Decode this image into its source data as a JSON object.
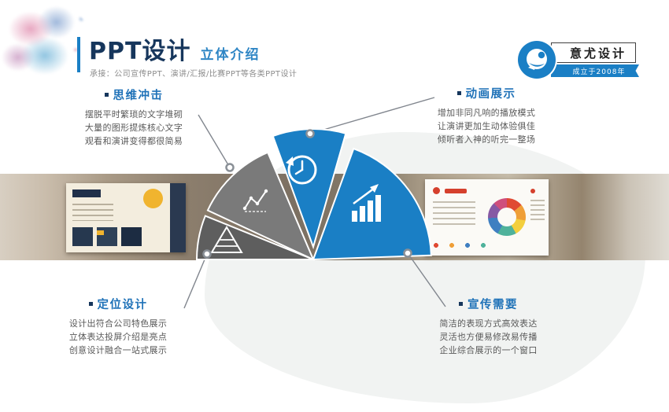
{
  "header": {
    "title": "PPT设计",
    "subtitle": "立体介绍",
    "tagline": "承接：公司宣传PPT、演讲/汇报/比赛PPT等各类PPT设计"
  },
  "logo": {
    "name": "意尤设计",
    "since": "成立于2008年",
    "glyph": "paint-splash-icon"
  },
  "callouts": {
    "top_left": {
      "title": "思维冲击",
      "lines": [
        "摆脱平时繁琐的文字堆砌",
        "大量的图形提炼核心文字",
        "观看和演讲变得都很简易"
      ]
    },
    "top_right": {
      "title": "动画展示",
      "lines": [
        "增加非同凡响的播放模式",
        "让演讲更加生动体验俱佳",
        "倾听者入神的听完一整场"
      ]
    },
    "bottom_left": {
      "title": "定位设计",
      "lines": [
        "设计出符合公司特色展示",
        "立体表达投屏介绍是亮点",
        "创意设计融合一站式展示"
      ]
    },
    "bottom_right": {
      "title": "宣传需要",
      "lines": [
        "简洁的表现方式高效表达",
        "灵活也方便易修改易传播",
        "企业综合展示的一个窗口"
      ]
    }
  },
  "fan": {
    "segments": [
      {
        "icon": "pyramid-icon",
        "color": "#5e5e5e"
      },
      {
        "icon": "line-chart-icon",
        "color": "#7a7a7a"
      },
      {
        "icon": "history-clock-icon",
        "color": "#1a7fc5"
      },
      {
        "icon": "bar-growth-icon",
        "color": "#1a7fc5"
      }
    ]
  },
  "colors": {
    "accent_blue": "#1a7fc5",
    "title_navy": "#16365c",
    "callout_title_blue": "#1f72b8",
    "body_gray": "#595959",
    "wedge_gray_dark": "#5e5e5e",
    "wedge_gray": "#7a7a7a"
  }
}
